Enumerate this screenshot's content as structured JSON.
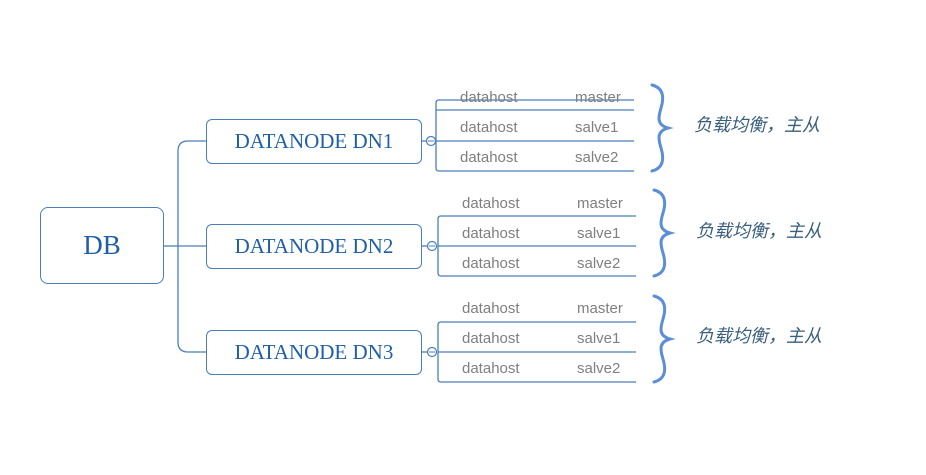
{
  "root": {
    "label": "DB"
  },
  "datanodes": [
    {
      "label": "DATANODE DN1",
      "hosts": [
        {
          "host": "datahost",
          "role": "master"
        },
        {
          "host": "datahost",
          "role": "salve1"
        },
        {
          "host": "datahost",
          "role": "salve2"
        }
      ],
      "note": "负载均衡，主从"
    },
    {
      "label": "DATANODE DN2",
      "hosts": [
        {
          "host": "datahost",
          "role": "master"
        },
        {
          "host": "datahost",
          "role": "salve1"
        },
        {
          "host": "datahost",
          "role": "salve2"
        }
      ],
      "note": "负载均衡，主从"
    },
    {
      "label": "DATANODE DN3",
      "hosts": [
        {
          "host": "datahost",
          "role": "master"
        },
        {
          "host": "datahost",
          "role": "salve1"
        },
        {
          "host": "datahost",
          "role": "salve2"
        }
      ],
      "note": "负载均衡，主从"
    }
  ],
  "colors": {
    "line": "#4a7ebb",
    "node_text": "#1f5fa8",
    "host_text": "#7f7f7f",
    "note_text": "#3a5f7d",
    "brace": "#5b8ed6"
  }
}
